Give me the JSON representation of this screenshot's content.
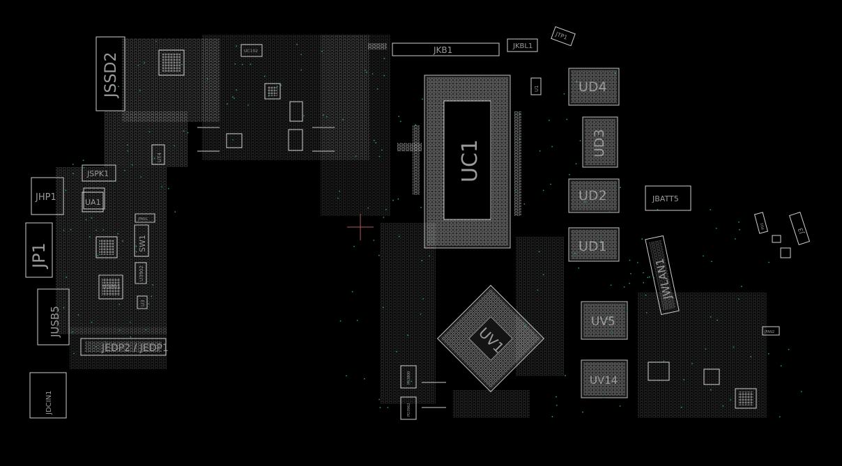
{
  "viewer": {
    "background": "#000000",
    "outline_color": "#cfcfcf",
    "label_color": "#9a9a9a",
    "cursor_color": "#b05a5a",
    "via_color": "#1f9a8a"
  },
  "components": {
    "jssd2": "JSSD2",
    "jkb1": "JKB1",
    "jkbl1": "JKBL1",
    "jtp1": "JTP1",
    "uc1": "UC1",
    "ud4": "UD4",
    "ud3": "UD3",
    "ud2": "UD2",
    "ud1": "UD1",
    "jbatt5": "JBATT5",
    "jwlan1": "JWLAN1",
    "uv5": "UV5",
    "uv14": "UV14",
    "uv1": "UV1",
    "jspk1": "JSPK1",
    "jhp1": "JHP1",
    "ua1": "UA1",
    "jp1": "JP1",
    "sw1": "SW1",
    "u3801": "U3801",
    "jusb5": "JUSB5",
    "jedp": "JEDP2 / JEDP1",
    "jdcin1": "JDCIN1",
    "u3902": "U3902",
    "u3": "U3",
    "jfan2": "JFAN2",
    "j3": "J3",
    "ut4": "UT4",
    "uc102": "UC102",
    "u1": "U1",
    "pd1": "PD1",
    "jfan1": "JFAN1",
    "pr3800": "PR3800",
    "pd3962": "PD3962"
  }
}
